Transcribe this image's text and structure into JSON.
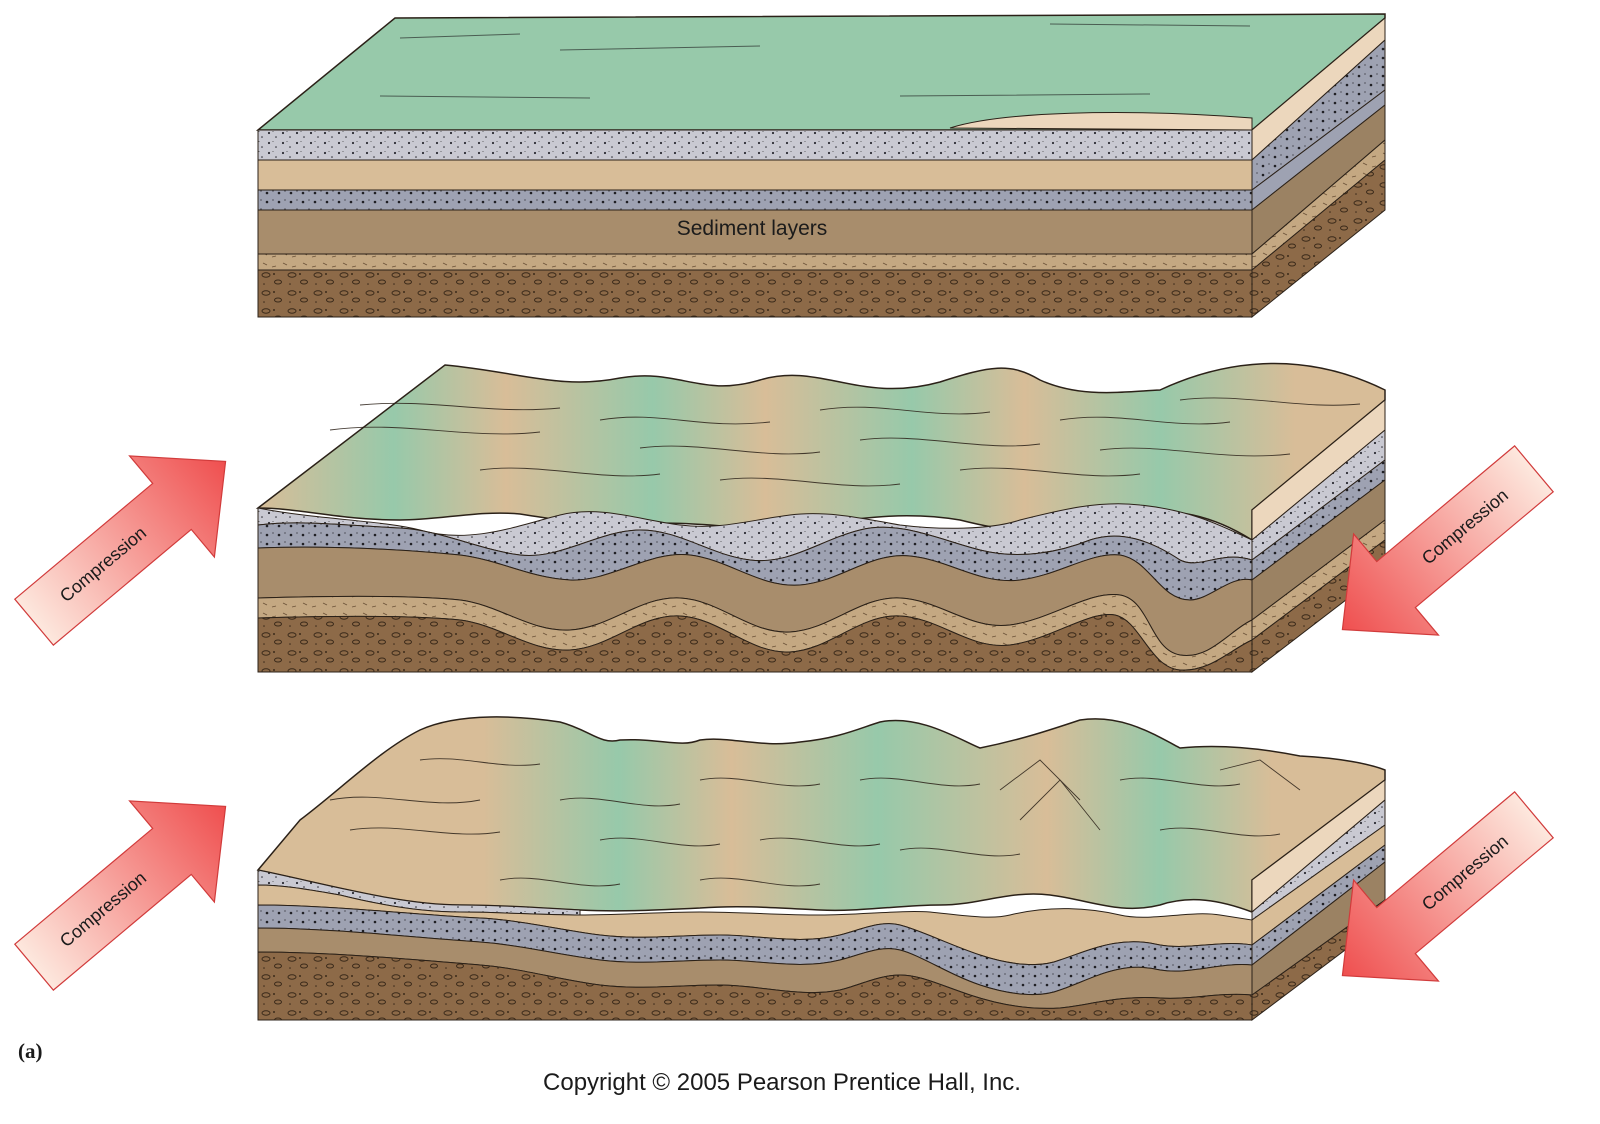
{
  "labels": {
    "sediment_layers": "Sediment layers",
    "compression": "Compression",
    "panel_marker": "(a)",
    "copyright": "Copyright © 2005 Pearson Prentice Hall, Inc."
  },
  "colors": {
    "water_green": "#97c9aa",
    "tan": "#d8bd98",
    "light_tan": "#ecd7bd",
    "gray_dotted": "#c9c9d2",
    "blue_gray": "#9ea2b2",
    "brown": "#a88d6c",
    "dark_brown": "#8d6a48",
    "side_dark": "#9b8263",
    "arrow_red": "#ef4f4f",
    "arrow_light": "#fde8de",
    "outline": "#2b2118"
  }
}
